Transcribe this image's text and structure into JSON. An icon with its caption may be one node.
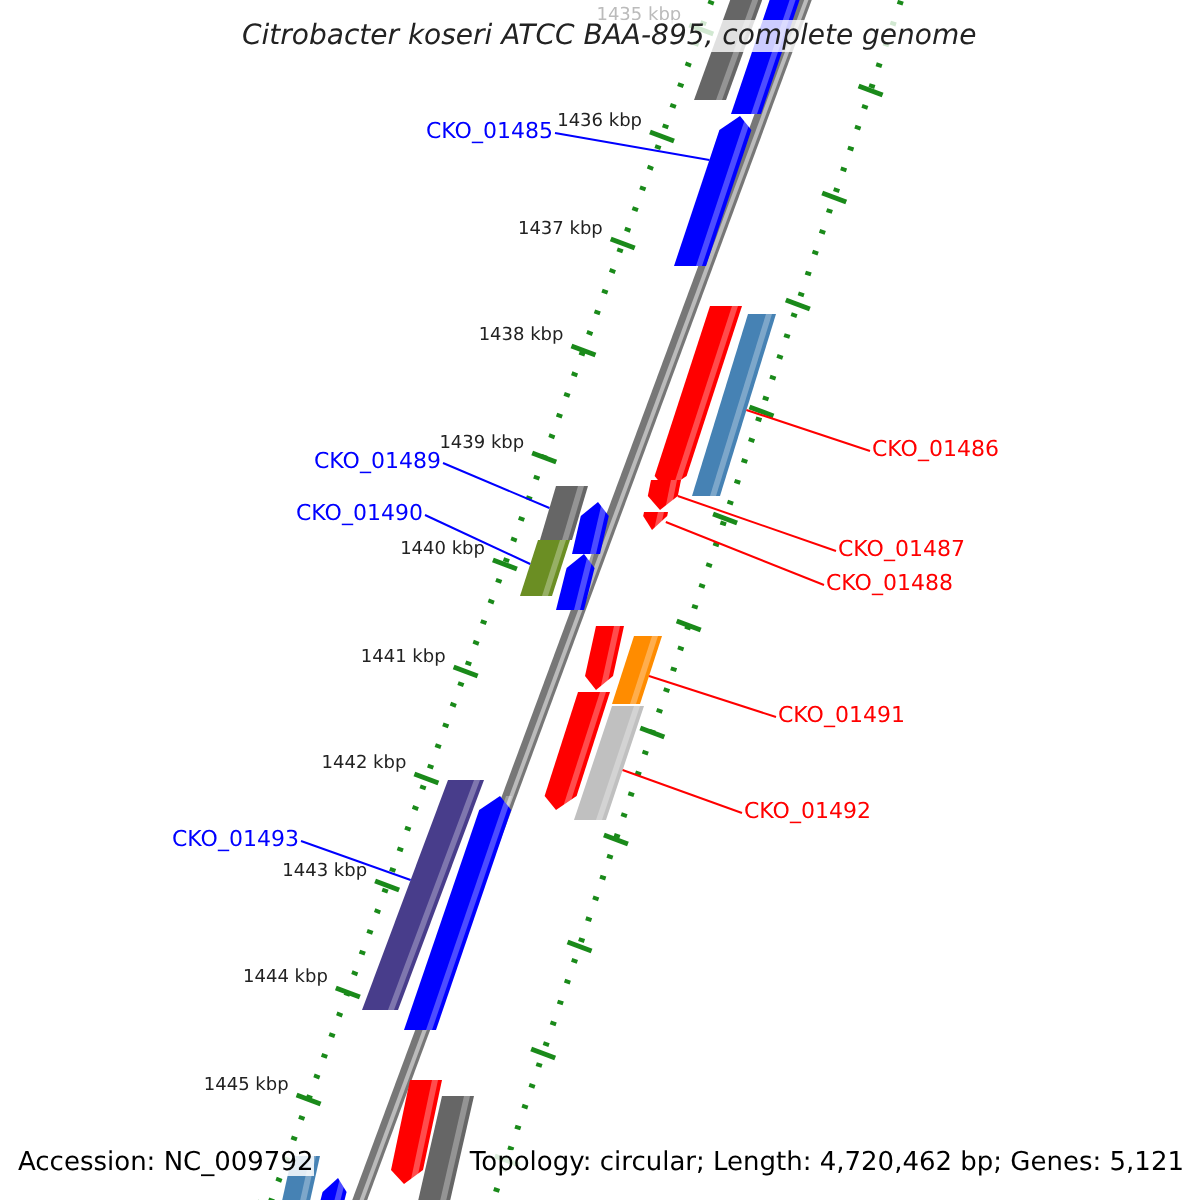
{
  "diagram": {
    "title": "Citrobacter koseri ATCC BAA-895, complete genome",
    "nodes": [
      {
        "text": [
          "CKO_01485"
        ]
      },
      {
        "text": [],
        "shape": "bar"
      },
      {
        "text": [
          "CKO_01486"
        ]
      },
      {
        "text": [],
        "shape": "bar"
      },
      {
        "text": [
          "CKO_01487"
        ]
      },
      {
        "text": [],
        "shape": "bar"
      },
      {
        "text": [
          "CKO_01488"
        ]
      },
      {
        "text": [],
        "shape": "bar"
      },
      {
        "text": [
          "CKO_01489"
        ]
      },
      {
        "text": [],
        "shape": "bar"
      },
      {
        "text": [
          "CKO_01490"
        ]
      },
      {
        "text": [],
        "shape": "bar"
      },
      {
        "text": [
          "CKO_01491"
        ]
      },
      {
        "text": [],
        "shape": "bar"
      },
      {
        "text": [
          "CKO_01492"
        ]
      },
      {
        "text": [],
        "shape": "bar"
      },
      {
        "text": [
          "CKO_01493"
        ]
      },
      {
        "text": [],
        "shape": "bar"
      }
    ],
    "edges": [
      {
        "from": 0,
        "to": 1,
        "arrow": "none",
        "color": "#0000ff"
      },
      {
        "from": 2,
        "to": 3,
        "arrow": "none"
      },
      {
        "from": 4,
        "to": 5,
        "arrow": "none"
      },
      {
        "from": 6,
        "to": 7,
        "arrow": "none"
      },
      {
        "from": 8,
        "to": 9,
        "arrow": "none",
        "color": "#0000ff"
      },
      {
        "from": 10,
        "to": 11,
        "arrow": "none",
        "color": "#0000ff"
      },
      {
        "from": 12,
        "to": 13,
        "arrow": "none"
      },
      {
        "from": 14,
        "to": 15,
        "arrow": "none"
      },
      {
        "from": 16,
        "to": 17,
        "arrow": "none",
        "color": "#0000ff"
      }
    ],
    "labels": [
      "1435 kbp",
      "1436 kbp",
      "1437 kbp",
      "1438 kbp",
      "1439 kbp",
      "1440 kbp",
      "1441 kbp",
      "1442 kbp",
      "1443 kbp",
      "1444 kbp",
      "1445 kbp",
      "Accession: NC_009792",
      "Topology: circular; Length: 4,720,462 bp; Genes: 5,121"
    ]
  }
}
